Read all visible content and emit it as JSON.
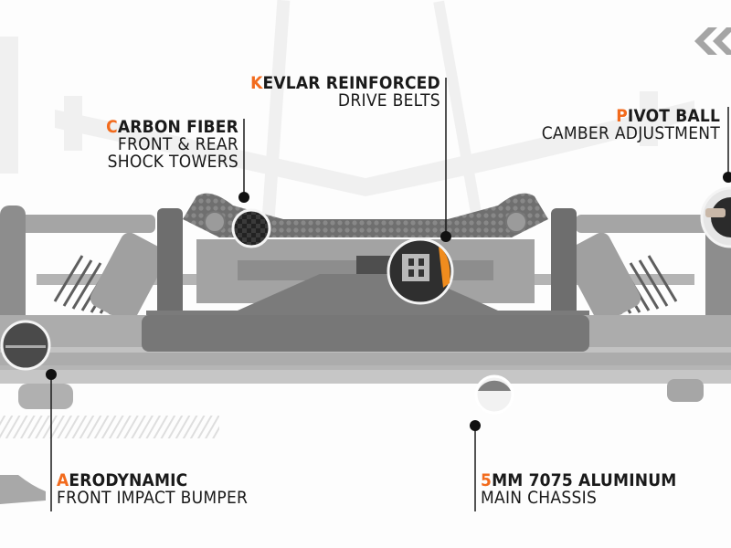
{
  "colors": {
    "accent": "#f26b1d",
    "text": "#1a1a1a",
    "chassis": "#9c9c9c",
    "background": "#fdfdfd"
  },
  "nav": {
    "back_arrow_icon": "double-chevron-left-icon"
  },
  "callouts": [
    {
      "id": "kevlar",
      "title_first": "K",
      "title_rest": "EVLAR REINFORCED",
      "subtitle": "DRIVE BELTS"
    },
    {
      "id": "carbon",
      "title_first": "C",
      "title_rest": "ARBON FIBER",
      "subtitle": "FRONT & REAR",
      "subtitle2": "SHOCK TOWERS"
    },
    {
      "id": "pivot",
      "title_first": "P",
      "title_rest": "IVOT BALL",
      "subtitle": "CAMBER ADJUSTMENT"
    },
    {
      "id": "aero",
      "title_first": "A",
      "title_rest": "ERODYNAMIC",
      "subtitle": "FRONT IMPACT BUMPER"
    },
    {
      "id": "chassis",
      "title_first": "5",
      "title_rest": "MM 7075 ALUMINUM",
      "subtitle": "MAIN CHASSIS"
    }
  ]
}
